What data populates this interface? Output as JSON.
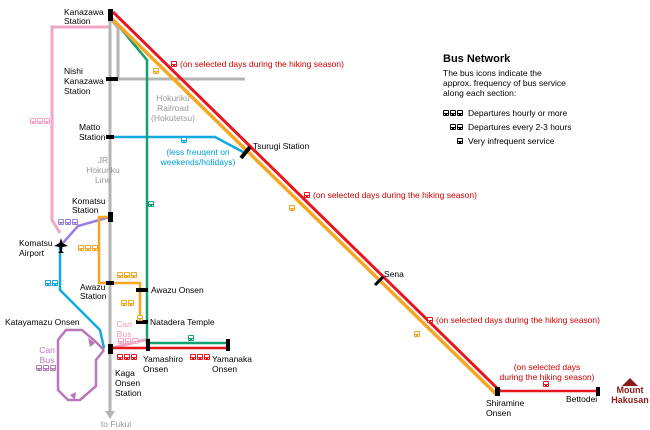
{
  "legend": {
    "title": "Bus Network",
    "desc": [
      "The bus icons indicate the",
      "approx. frequency of bus service",
      "along each section:"
    ],
    "hourly": "Departures hourly or more",
    "two_three": "Departures every 2-3 hours",
    "infrequent": "Very infrequent service"
  },
  "stations": {
    "kanazawa": [
      "Kanazawa",
      "Station"
    ],
    "nishi": [
      "Nishi",
      "Kanazawa",
      "Station"
    ],
    "matto": [
      "Matto",
      "Station"
    ],
    "tsurugi": "Tsurugi Station",
    "komatsu": [
      "Komatsu",
      "Station"
    ],
    "komatsu_airport": [
      "Komatsu",
      "Airport"
    ],
    "awazu_st": [
      "Awazu",
      "Station"
    ],
    "awazu_onsen": "Awazu Onsen",
    "natadera": "Natadera Temple",
    "katayamazu": "Katayamazu Onsen",
    "kaga": [
      "Kaga",
      "Onsen",
      "Station"
    ],
    "yamashiro": [
      "Yamashiro",
      "Onsen"
    ],
    "yamanaka": [
      "Yamanaka",
      "Onsen"
    ],
    "sena": "Sena",
    "shiramine": [
      "Shiramine",
      "Onsen"
    ],
    "bettodei": "Bettodei",
    "mount": [
      "Mount",
      "Hakusan"
    ]
  },
  "lines": {
    "hokutetsu": [
      "Hokuriku",
      "Railroad",
      "(Hokutetsu)"
    ],
    "jr": [
      "JR",
      "Hokuriku",
      "Line"
    ],
    "to_fukui": "to Fukui",
    "can_bus_pink": [
      "Can",
      "Bus"
    ],
    "can_bus_purple": [
      "Can",
      "Bus"
    ]
  },
  "notes": {
    "hiking1": "(on selected days during the hiking season)",
    "hiking2": "(on selected days during the hiking season)",
    "hiking3": "(on selected days during the hiking season)",
    "hiking4": [
      "(on selected days",
      "during the hiking season)"
    ],
    "less_frequent": [
      "(less freuqent on",
      "weekends/holidays)"
    ]
  },
  "colors": {
    "red": "#e8141e",
    "orange": "#f5a623",
    "green": "#12a06e",
    "gray": "#b5b5b5",
    "blue": "#14a8e0",
    "pink": "#f0a6c4",
    "purple": "#b878b8",
    "lavender": "#9a7fe0",
    "mountain": "#8b1a1a"
  }
}
